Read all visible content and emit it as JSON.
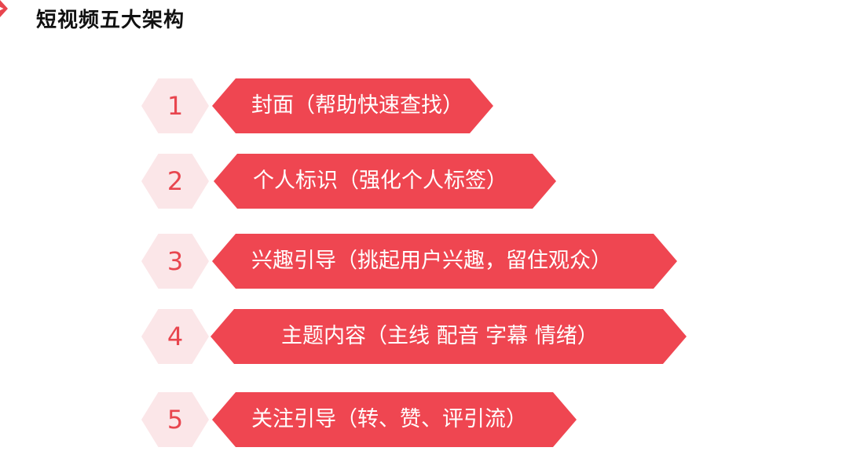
{
  "page": {
    "title": "短视频五大架构"
  },
  "items": [
    {
      "number": "1",
      "label": "封面（帮助快速查找）"
    },
    {
      "number": "2",
      "label": "个人标识（强化个人标签）"
    },
    {
      "number": "3",
      "label": "兴趣引导（挑起用户兴趣，留住观众）"
    },
    {
      "number": "4",
      "label": "主题内容（主线  配音 字幕 情绪）"
    },
    {
      "number": "5",
      "label": "关注引导（转、赞、评引流）"
    }
  ],
  "colors": {
    "accent": "#ef4651",
    "number_bg": "#fbe6e8",
    "number_text": "#e8454e",
    "title_text": "#111111"
  }
}
